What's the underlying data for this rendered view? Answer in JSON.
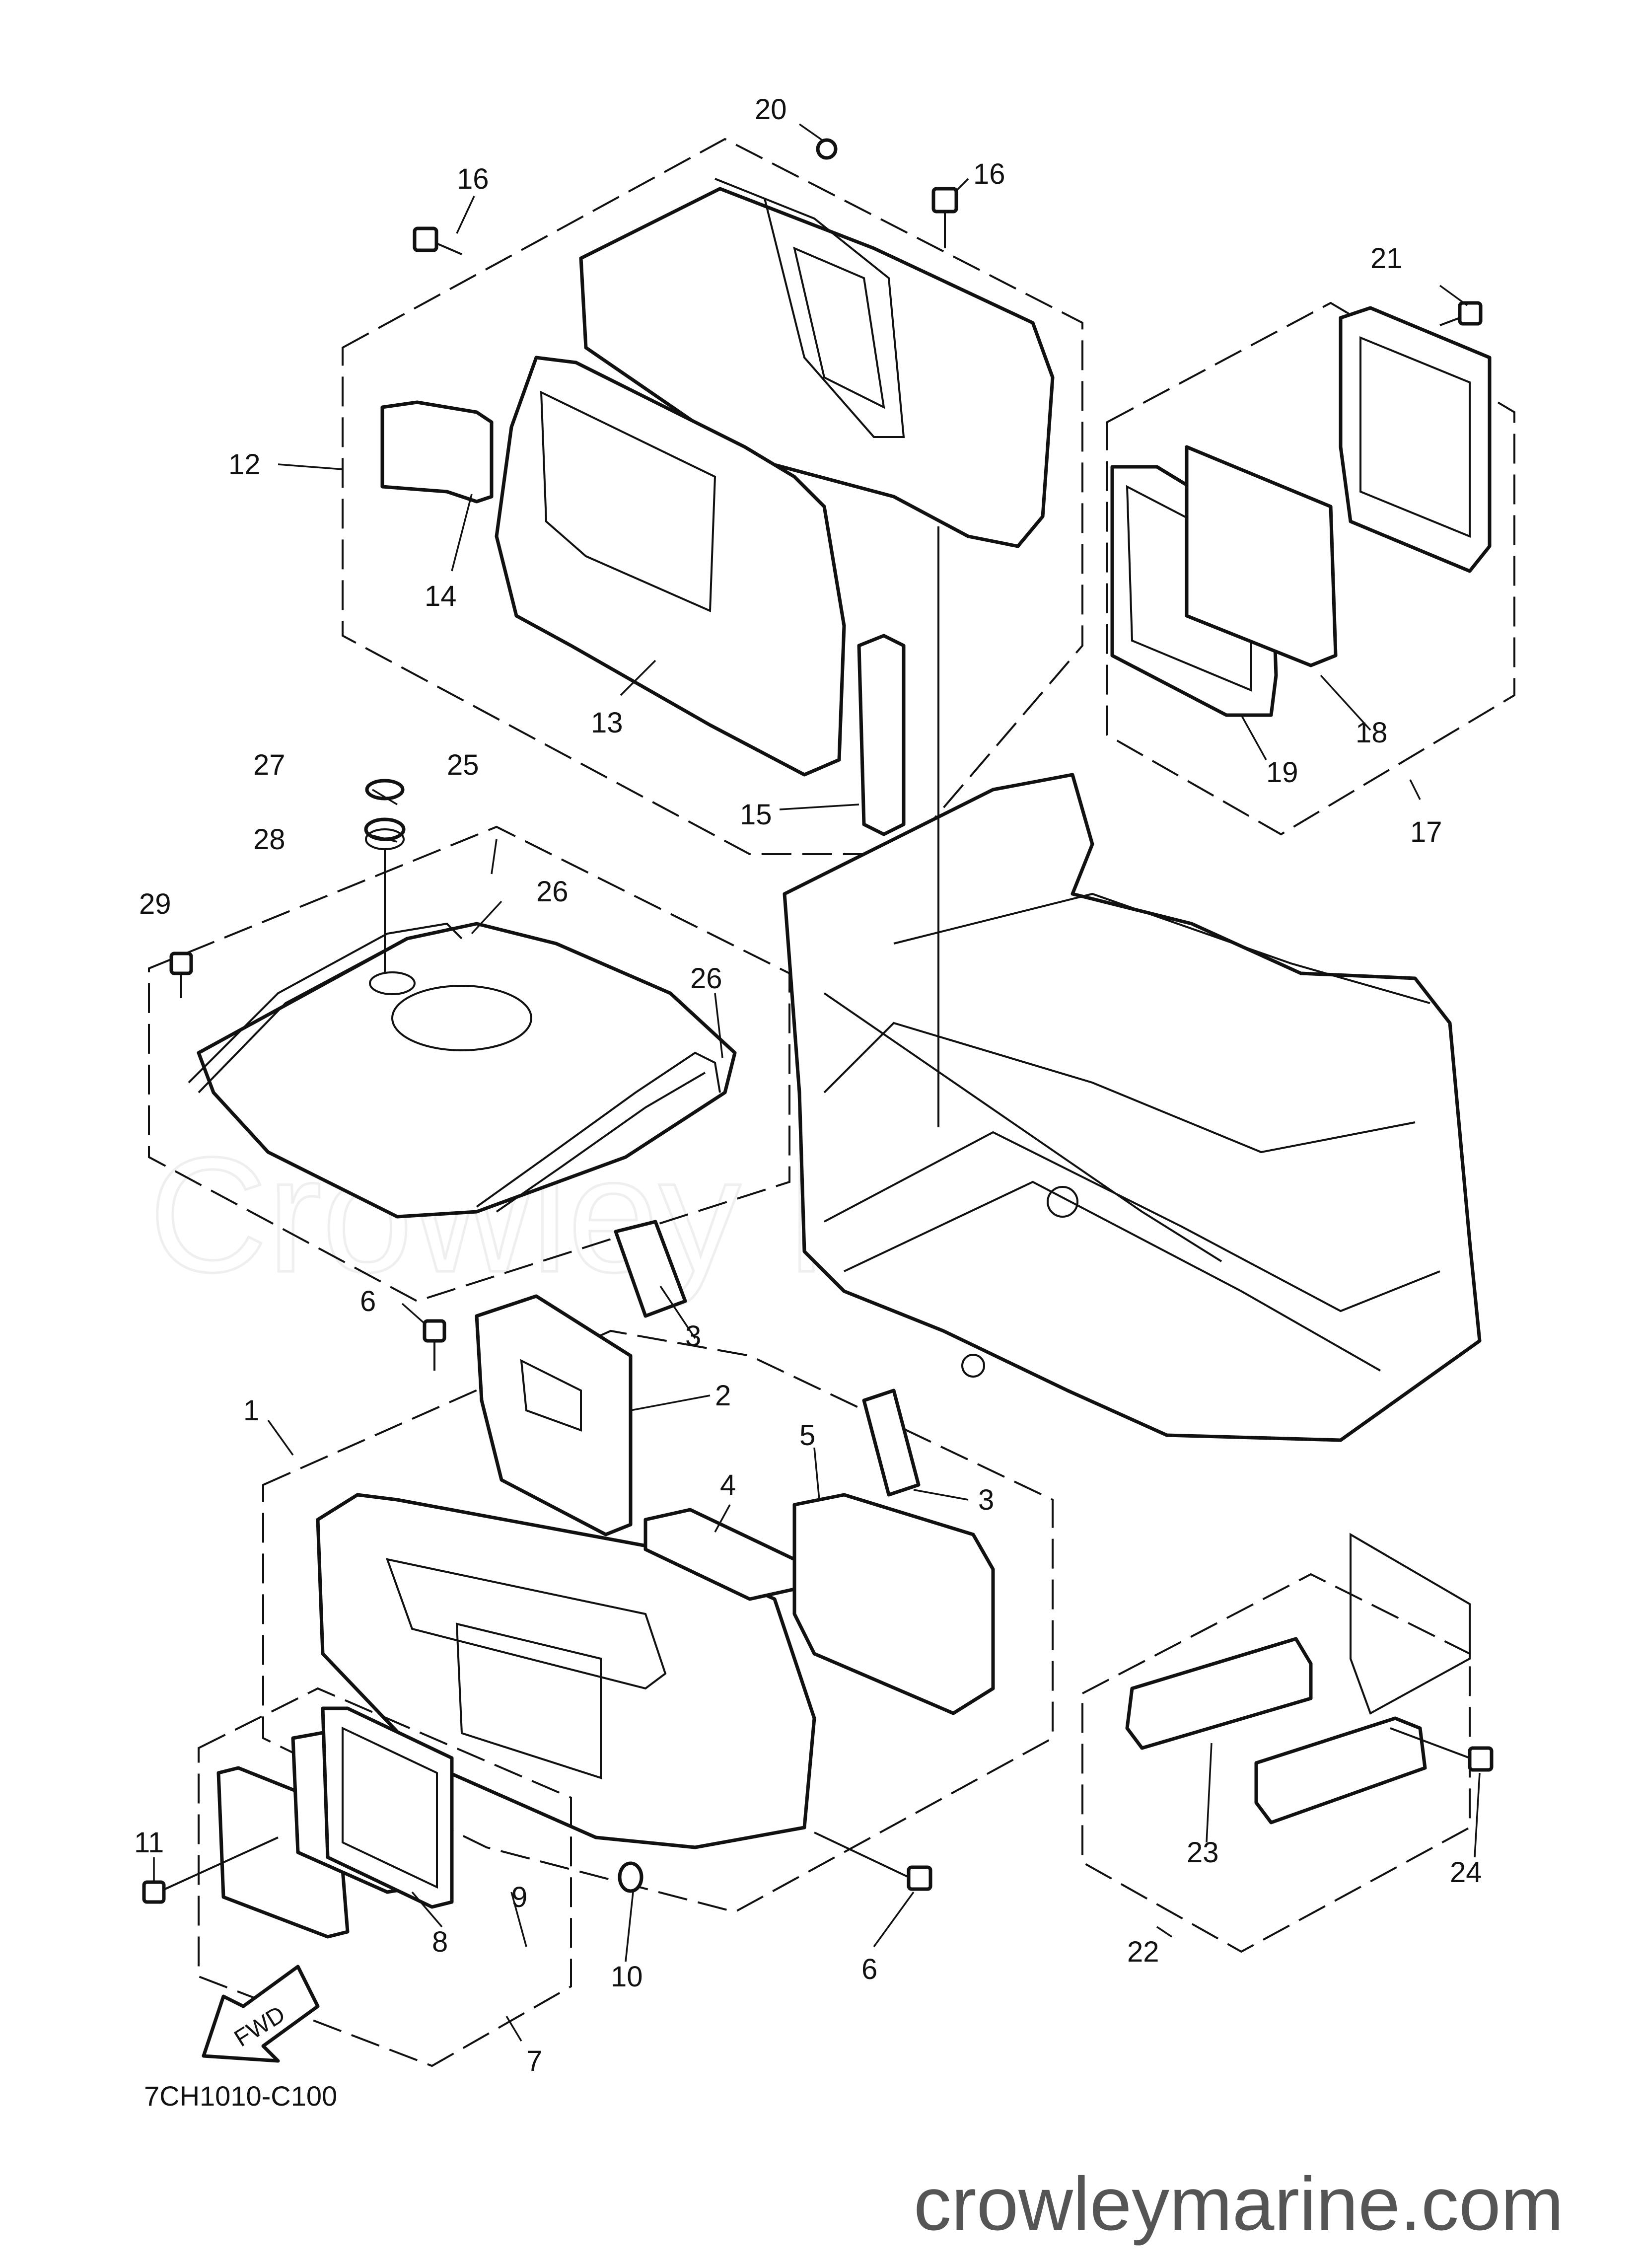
{
  "diagram": {
    "code": "7CH1010-C100",
    "website": "crowleymarine.com",
    "watermark": "Crowley Marine",
    "fwd_label": "FWD",
    "callouts": {
      "c1": "1",
      "c2": "2",
      "c3a": "3",
      "c3b": "3",
      "c4": "4",
      "c5": "5",
      "c6a": "6",
      "c6b": "6",
      "c7": "7",
      "c8": "8",
      "c9": "9",
      "c10": "10",
      "c11": "11",
      "c12": "12",
      "c13": "13",
      "c14": "14",
      "c15": "15",
      "c16a": "16",
      "c16b": "16",
      "c17": "17",
      "c18": "18",
      "c19": "19",
      "c20": "20",
      "c21": "21",
      "c22": "22",
      "c23": "23",
      "c24": "24",
      "c25": "25",
      "c26a": "26",
      "c26b": "26",
      "c27": "27",
      "c28": "28",
      "c29": "29"
    }
  }
}
